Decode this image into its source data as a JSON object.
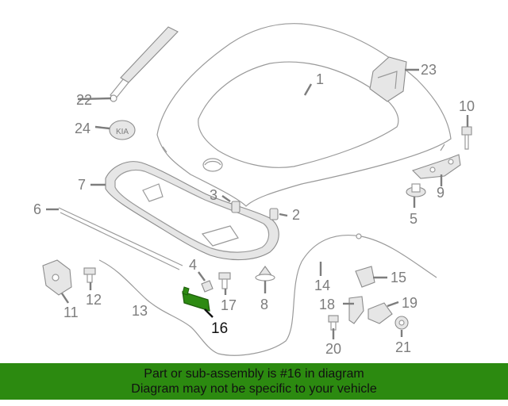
{
  "labels": {
    "p1": "1",
    "p2": "2",
    "p3": "3",
    "p4": "4",
    "p5": "5",
    "p6": "6",
    "p7": "7",
    "p8": "8",
    "p9": "9",
    "p10": "10",
    "p11": "11",
    "p12": "12",
    "p13": "13",
    "p14": "14",
    "p15": "15",
    "p16": "16",
    "p17": "17",
    "p18": "18",
    "p19": "19",
    "p20": "20",
    "p21": "21",
    "p22": "22",
    "p23": "23",
    "p24": "24"
  },
  "emblem_text": "KIA",
  "highlight_part": "16",
  "banner": {
    "line1": "Part or sub-assembly is #16 in diagram",
    "line2": "Diagram may not be specific to your vehicle"
  },
  "colors": {
    "banner_bg": "#2c8a10",
    "highlight_part": "#2d8a12",
    "label_gray": "#7d7d7d"
  }
}
